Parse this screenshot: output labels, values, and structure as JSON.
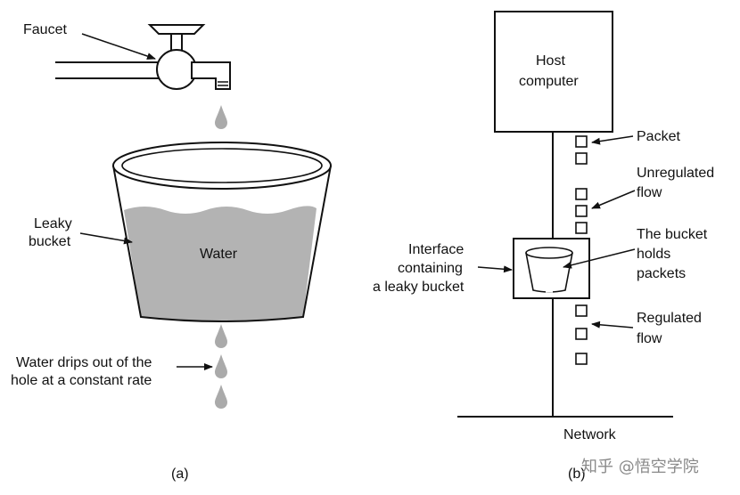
{
  "figure_a": {
    "faucet_label": "Faucet",
    "leaky_bucket_label": [
      "Leaky",
      "bucket"
    ],
    "water_label": "Water",
    "drips_label": [
      "Water drips out of the",
      "hole at a constant rate"
    ],
    "caption": "(a)"
  },
  "figure_b": {
    "host_label": [
      "Host",
      "computer"
    ],
    "packet_label": "Packet",
    "unregulated_label": [
      "Unregulated",
      "flow"
    ],
    "bucket_holds_label": [
      "The bucket",
      "holds",
      "packets"
    ],
    "interface_label": [
      "Interface",
      "containing",
      "a leaky bucket"
    ],
    "regulated_label": [
      "Regulated",
      "flow"
    ],
    "network_label": "Network",
    "caption": "(b)"
  },
  "watermark": "知乎 @悟空学院",
  "colors": {
    "water": "#b3b3b3",
    "line": "#111111",
    "drop": "#aaaaaa"
  }
}
